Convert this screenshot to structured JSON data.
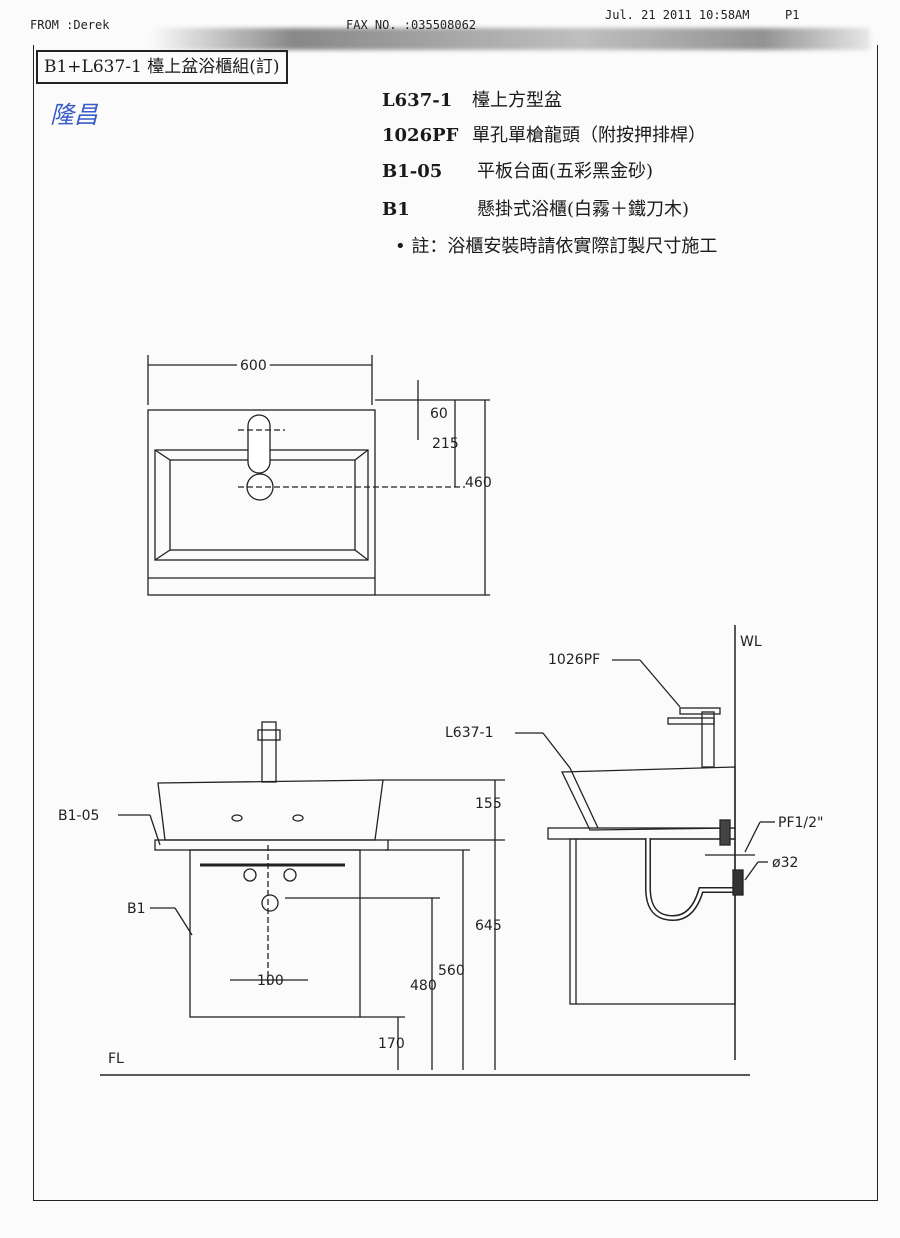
{
  "fax_header": {
    "from": "FROM :Derek",
    "fax_no": "FAX NO. :035508062",
    "datetime": "Jul. 21 2011 10:58AM",
    "page": "P1"
  },
  "title": "B1+L637-1 檯上盆浴櫃組(訂)",
  "handwritten_note": "隆昌",
  "specs": [
    {
      "code": "L637-1",
      "desc": "檯上方型盆"
    },
    {
      "code": "1026PF",
      "desc": "單孔單槍龍頭（附按押排桿）"
    },
    {
      "code": "B1-05",
      "desc": "平板台面(五彩黑金砂)"
    },
    {
      "code": "B1",
      "desc": "懸掛式浴櫃(白霧＋鐵刀木)"
    }
  ],
  "note": "• 註：浴櫃安裝時請依實際訂製尺寸施工",
  "top_view": {
    "width": "600",
    "faucet_offset": "60",
    "drain_offset": "215",
    "depth": "460"
  },
  "front_view": {
    "countertop_label": "B1-05",
    "cabinet_label": "B1",
    "basin_height": "155",
    "top_height": "645",
    "cabinet_top": "560",
    "drain_height": "480",
    "floor_gap": "170",
    "hole_spacing": "100",
    "floor_label": "FL"
  },
  "side_view": {
    "wall_label": "WL",
    "faucet_label": "1026PF",
    "basin_label": "L637-1",
    "supply_label": "PF1/2\"",
    "drain_label": "ø32"
  }
}
